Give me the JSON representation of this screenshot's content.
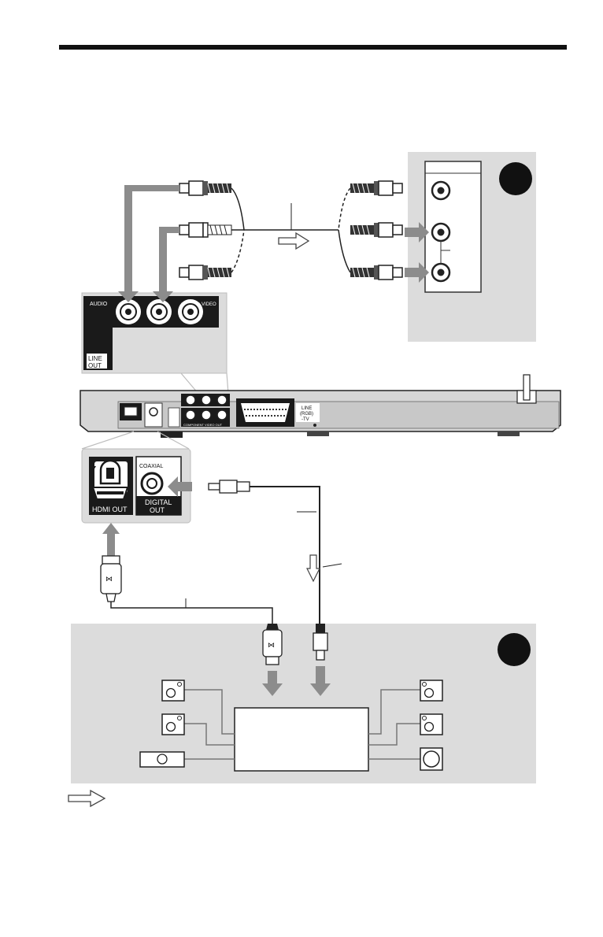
{
  "player_panel": {
    "line_out": {
      "audio_label": "AUDIO",
      "video_label": "VIDEO",
      "section_label_line1": "LINE",
      "section_label_line2": "OUT"
    },
    "digital": {
      "hdmi_label": "HDMI OUT",
      "coaxial_label": "COAXIAL",
      "digital_label_line1": "DIGITAL",
      "digital_label_line2": "OUT"
    },
    "small_labels": {
      "component": "COMPONENT VIDEO OUT",
      "line_rgb": "LINE",
      "rgb": "(RGB)",
      "tv": "-TV"
    }
  },
  "colors": {
    "arrow_gray": "#8c8c8c",
    "panel_gray": "#dcdcdc",
    "jack_black": "#1a1a1a"
  }
}
